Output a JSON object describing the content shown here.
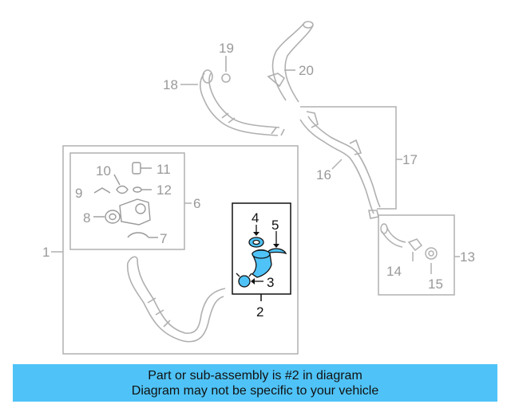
{
  "diagram": {
    "callouts": {
      "c1": "1",
      "c2": "2",
      "c3": "3",
      "c4": "4",
      "c5": "5",
      "c6": "6",
      "c7": "7",
      "c8": "8",
      "c9": "9",
      "c10": "10",
      "c11": "11",
      "c12": "12",
      "c13": "13",
      "c14": "14",
      "c15": "15",
      "c16": "16",
      "c17": "17",
      "c18": "18",
      "c19": "19",
      "c20": "20"
    },
    "highlighted_part": "2",
    "colors": {
      "line_gray": "#b0b0b0",
      "highlight_blue": "#4fc3f7",
      "ink": "#111111"
    }
  },
  "banner": {
    "line1": "Part or sub-assembly is #2 in diagram",
    "line2": "Diagram may not be specific to your vehicle"
  }
}
